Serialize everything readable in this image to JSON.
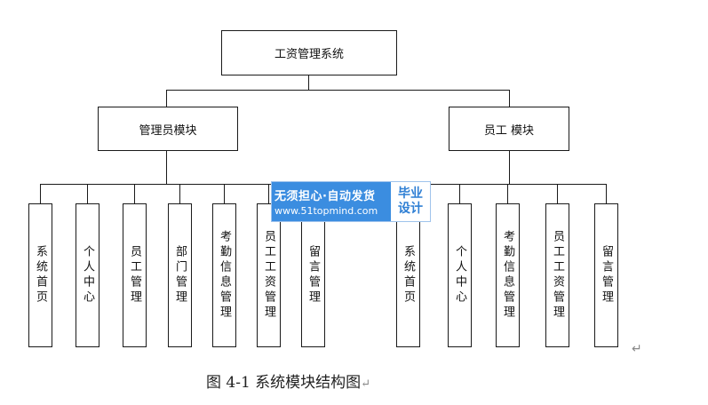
{
  "diagram": {
    "root": "工资管理系统",
    "admin_module": "管理员模块",
    "employee_module": "员工 模块",
    "admin_children": [
      "系统首页",
      "个人中心",
      "员工管理",
      "部门管理",
      "考勤信息管理",
      "员工工资管理",
      "留言管理"
    ],
    "employee_children": [
      "系统首页",
      "个人中心",
      "考勤信息管理",
      "员工工资管理",
      "留言管理"
    ]
  },
  "watermark": {
    "line1": "无须担心·自动发货",
    "line2": "www.51topmind.com",
    "side_top": "毕业",
    "side_bottom": "设计"
  },
  "caption": "图 4-1  系统模块结构图",
  "paragraph_mark": "↵"
}
